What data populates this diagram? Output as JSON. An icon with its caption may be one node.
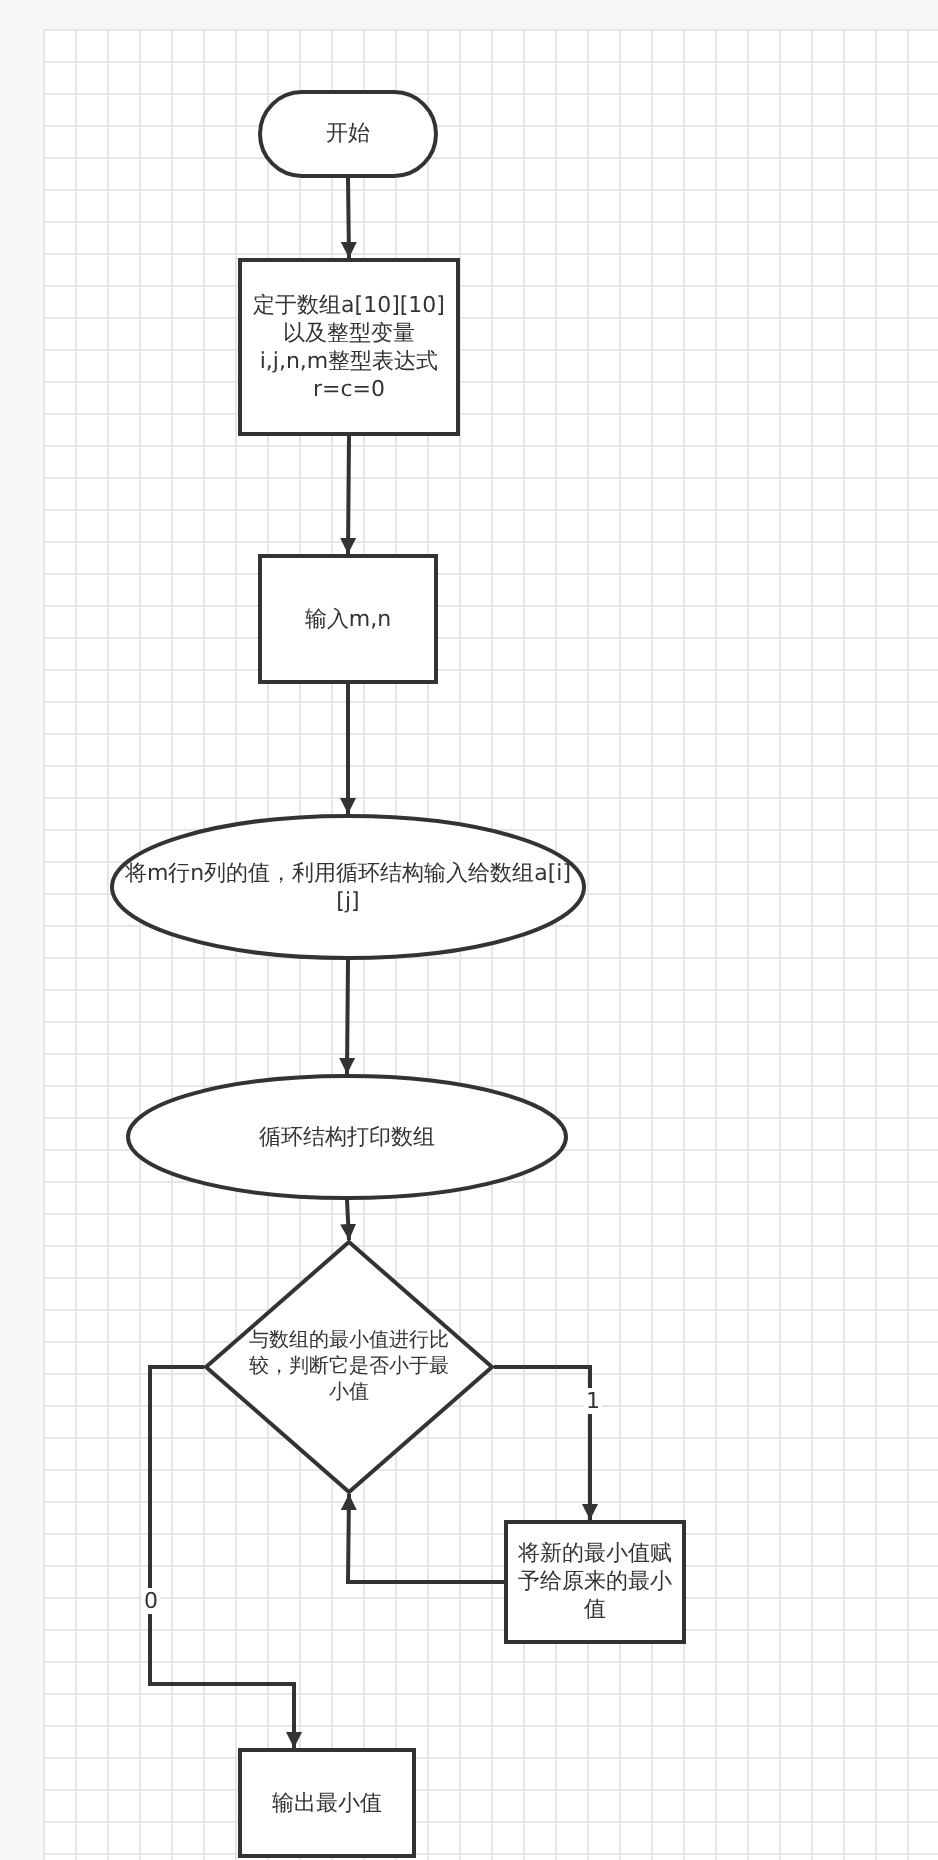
{
  "diagram": {
    "nodes": [
      {
        "text": [
          "开始"
        ]
      },
      {
        "text": [
          "定于数组a[10][10]以及整型变量i,j,n,m整型表达式r=c=0"
        ]
      },
      {
        "text": [
          "输入m,n"
        ]
      },
      {
        "text": [
          "将m行n列的值，利用循环结构输入给数组a[i][j]"
        ]
      },
      {
        "text": [
          "循环结构打印数组"
        ]
      },
      {
        "text": [
          "与数组的最小值进行比较，判断它是否小于最小值"
        ]
      },
      {
        "text": [
          "将新的最小值赋予给原来的最小值"
        ]
      },
      {
        "text": [
          "输出最小值"
        ]
      }
    ],
    "edges": [
      {
        "from": 0,
        "to": 1,
        "arrow": "to"
      },
      {
        "from": 1,
        "to": 2,
        "arrow": "to"
      },
      {
        "from": 2,
        "to": 3,
        "arrow": "to"
      },
      {
        "from": 3,
        "to": 4,
        "arrow": "to"
      },
      {
        "from": 4,
        "to": 5,
        "arrow": "to"
      },
      {
        "from": 5,
        "to": 6,
        "arrow": "to",
        "label": "1"
      },
      {
        "from": 6,
        "to": 5,
        "arrow": "to"
      },
      {
        "from": 5,
        "to": 7,
        "arrow": "to",
        "label": "0"
      }
    ]
  }
}
